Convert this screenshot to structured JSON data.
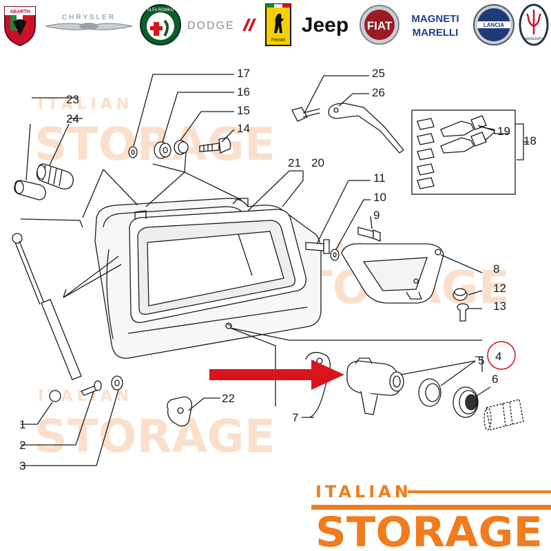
{
  "brands": [
    {
      "name": "ABARTH",
      "color": "#c8102e"
    },
    {
      "name": "CHRYSLER",
      "color": "#7b8590"
    },
    {
      "name": "ALFA ROMEO",
      "color": "#0b5d2d"
    },
    {
      "name": "DODGE",
      "color": "#8a8f95"
    },
    {
      "name": "Ferrari",
      "color": "#f5d000"
    },
    {
      "name": "Jeep",
      "color": "#111111"
    },
    {
      "name": "FIAT",
      "color": "#9b1b22"
    },
    {
      "name": "MAGNETI MARELLI",
      "color": "#1f3f8f"
    },
    {
      "name": "LANCIA",
      "color": "#1e3a78"
    },
    {
      "name": "MASERATI",
      "color": "#1f3350"
    }
  ],
  "watermark": {
    "top": "ITALIAN",
    "bottom": "STORAGE"
  },
  "logo": {
    "top": "ITALIAN",
    "bottom": "STORAGE",
    "color": "#f07c1e"
  },
  "callouts": {
    "c1": "1",
    "c2": "2",
    "c3": "3",
    "c4": "4",
    "c5": "5",
    "c6": "6",
    "c7": "7",
    "c8": "8",
    "c9": "9",
    "c10": "10",
    "c11": "11",
    "c12": "12",
    "c13": "13",
    "c14": "14",
    "c15": "15",
    "c16": "16",
    "c17": "17",
    "c18": "18",
    "c19": "19",
    "c20": "20",
    "c21": "21",
    "c22": "22",
    "c23": "23",
    "c24": "24",
    "c25": "25",
    "c26": "26"
  },
  "highlight": {
    "part": "4",
    "color": "#d8141c"
  }
}
